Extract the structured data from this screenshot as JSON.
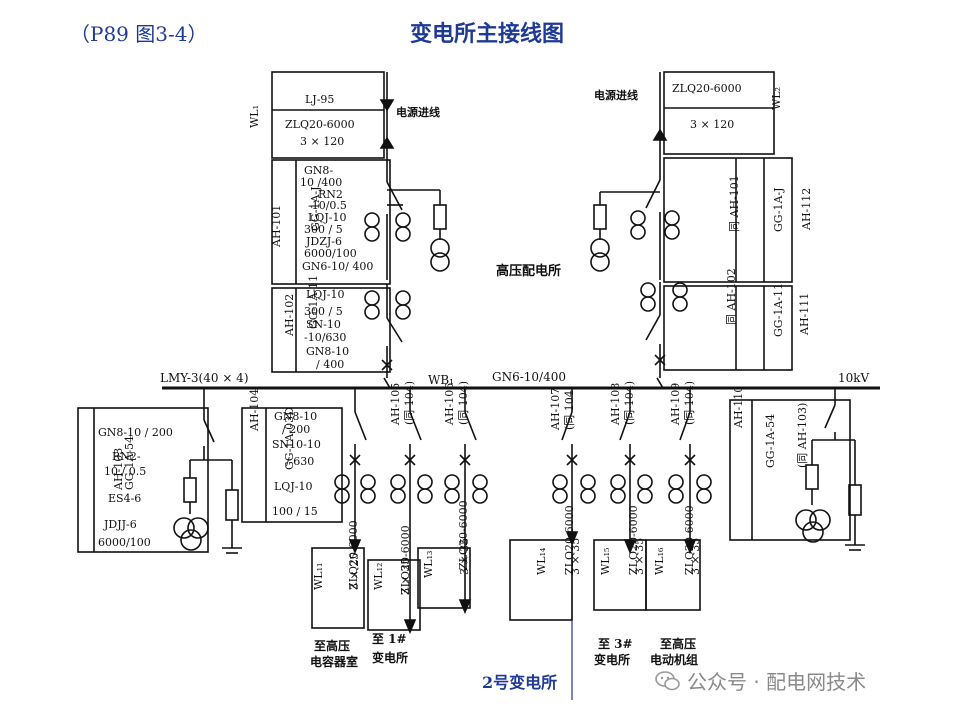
{
  "header": {
    "figure_ref": "（P89  图3-4）",
    "title": "变电所主接线图"
  },
  "bottom_label": "2号变电所",
  "watermark": {
    "text": "公众号 · 配电网技术",
    "icon": "wechat-icon"
  },
  "diagram": {
    "incoming_left": {
      "line_id": "WL₁",
      "cable1": "LJ-95",
      "cable2": "ZLQ20-6000",
      "cable3": "3 × 120",
      "label": "电源进线"
    },
    "incoming_right": {
      "line_id": "WL₂",
      "cable1": "ZLQ20-6000",
      "cable2": "3 × 120",
      "label": "电源进线"
    },
    "cabinet_101": {
      "id": "AH-101",
      "type": "GG-1A-J",
      "items": [
        "GN8-",
        "10 /400",
        "RN2",
        "-10/0.5",
        "LQJ-10",
        "300 / 5",
        "JDZJ-6",
        "6000/100",
        "GN6-10/ 400"
      ]
    },
    "cabinet_102": {
      "id": "AH-102",
      "type": "GG-1A-11",
      "items": [
        "LQJ-10",
        "300 / 5",
        "SN-10",
        "-10/630",
        "GN8-10",
        "/ 400"
      ]
    },
    "cabinet_112": {
      "id": "AH-112",
      "type": "GG-1A-J",
      "same": "同 AH-101"
    },
    "cabinet_111": {
      "id": "AH-111",
      "type": "GG-1A-11",
      "same": "同 AH-102"
    },
    "center_label": "高压配电所",
    "busbar": {
      "label": "LMY-3(40 × 4)",
      "id": "WB₁",
      "switch": "GN6-10/400",
      "voltage": "10kV"
    },
    "cabinet_103": {
      "id": "AH-103",
      "type": "GG-1A-54",
      "items": [
        "GN8-10 / 200",
        "RN2-",
        "10 / 0.5",
        "ES4-6",
        "JDJJ-6",
        "6000/100"
      ]
    },
    "cabinet_104": {
      "id": "AH-104",
      "type": "GG-1A-03D",
      "items": [
        "GN8-10",
        "/ 200",
        "SN10-10",
        "/ 630",
        "LQJ-10",
        "100 / 15"
      ]
    },
    "feeders": [
      "AH-105",
      "AH-106",
      "AH-107",
      "AH-108",
      "AH-109"
    ],
    "same_104": "(同 104)",
    "cabinet_110": {
      "id": "AH-110",
      "type": "GG-1A-54",
      "same": "(同 AH-103)"
    },
    "outgoing": [
      {
        "line": "WL₁₁",
        "cable": "ZLQ20-6000",
        "size": "3 × 25",
        "dest1": "至高压",
        "dest2": "电容器室"
      },
      {
        "line": "WL₁₂",
        "cable": "ZLQ20-6000",
        "size": "3 × 35",
        "dest1": "至 1#",
        "dest2": "变电所"
      },
      {
        "line": "WL₁₃",
        "cable": "ZLQ20-6000",
        "size": "3 × 35",
        "dest1": "",
        "dest2": ""
      },
      {
        "line": "WL₁₄",
        "cable": "ZLQ20-6000",
        "size": "3 × 35",
        "dest1": "",
        "dest2": ""
      },
      {
        "line": "WL₁₅",
        "cable": "ZLQ20-6000",
        "size": "3 × 35",
        "dest1": "至 3#",
        "dest2": "变电所"
      },
      {
        "line": "WL₁₆",
        "cable": "ZLQ20-6000",
        "size": "3 × 35",
        "dest1": "至高压",
        "dest2": "电动机组"
      }
    ]
  }
}
